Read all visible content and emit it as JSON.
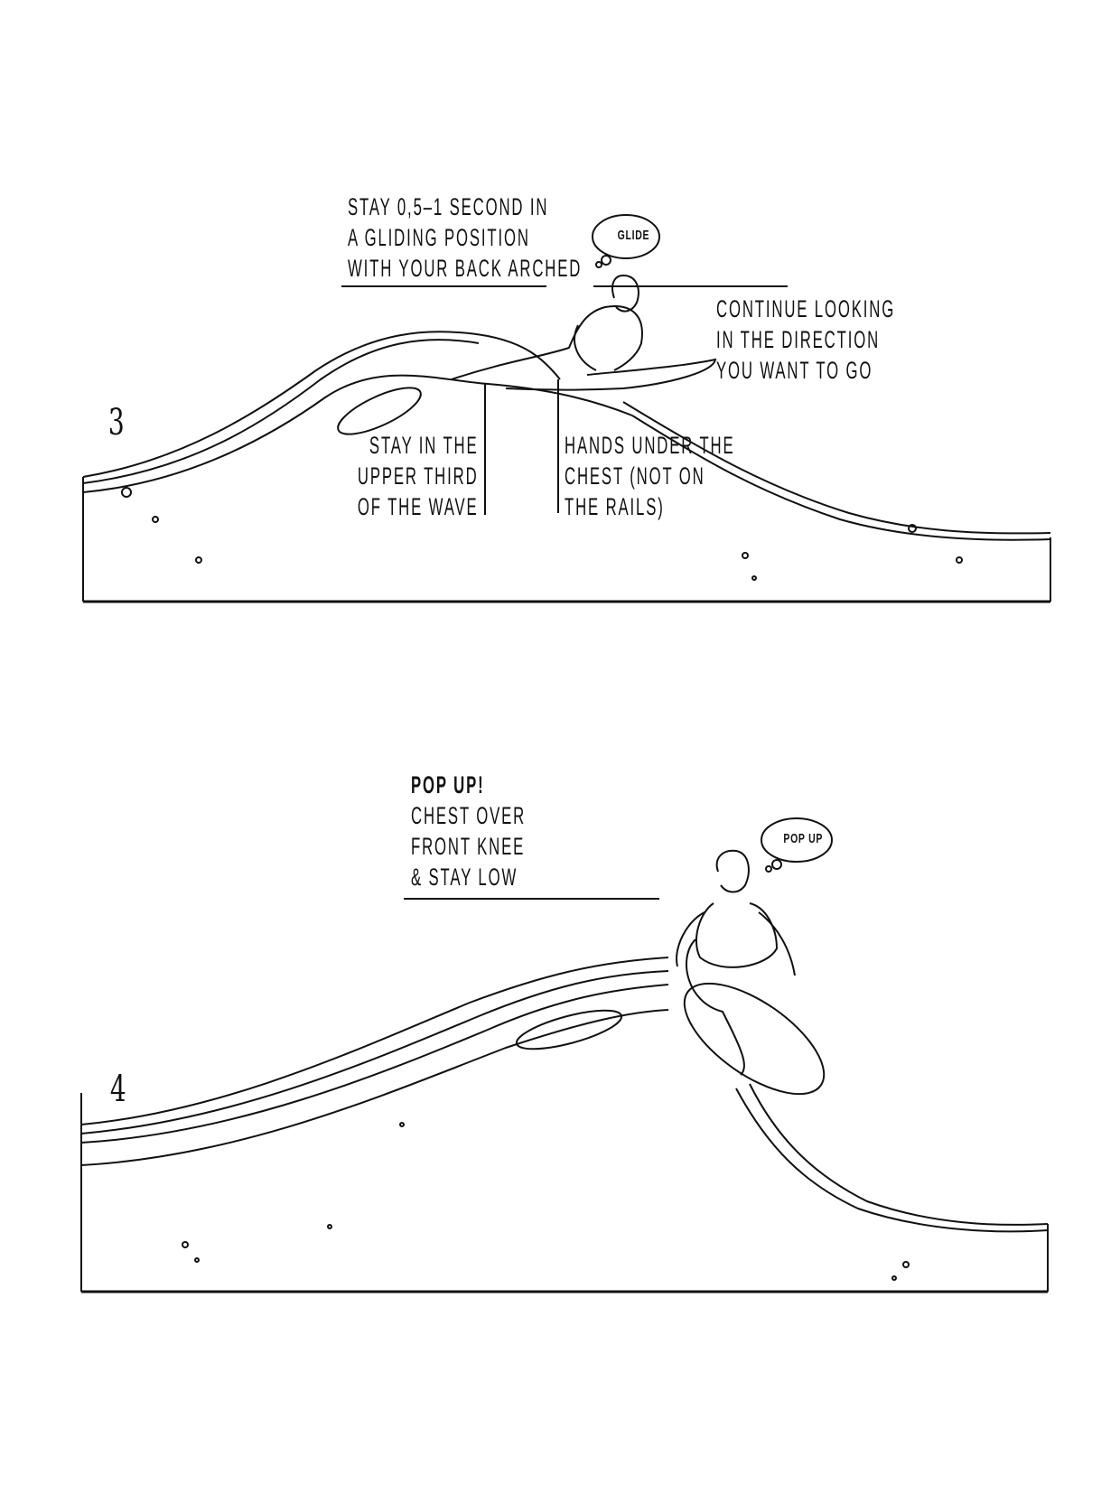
{
  "panels": [
    {
      "number": "3",
      "thought": "GLIDE",
      "captions": {
        "top_left": [
          "STAY 0,5–1 SECOND IN",
          "A GLIDING POSITION",
          "WITH YOUR BACK ARCHED"
        ],
        "right": [
          "CONTINUE LOOKING",
          "IN THE DIRECTION",
          "YOU WANT TO GO"
        ],
        "bottom_left": [
          "STAY IN THE",
          "UPPER THIRD",
          "OF THE WAVE"
        ],
        "bottom_right": [
          "HANDS UNDER THE",
          "CHEST (NOT ON",
          "THE RAILS)"
        ]
      }
    },
    {
      "number": "4",
      "thought": "POP UP",
      "captions": {
        "top_left": [
          "POP UP!",
          "CHEST OVER",
          "FRONT KNEE",
          "& STAY LOW"
        ]
      }
    }
  ]
}
